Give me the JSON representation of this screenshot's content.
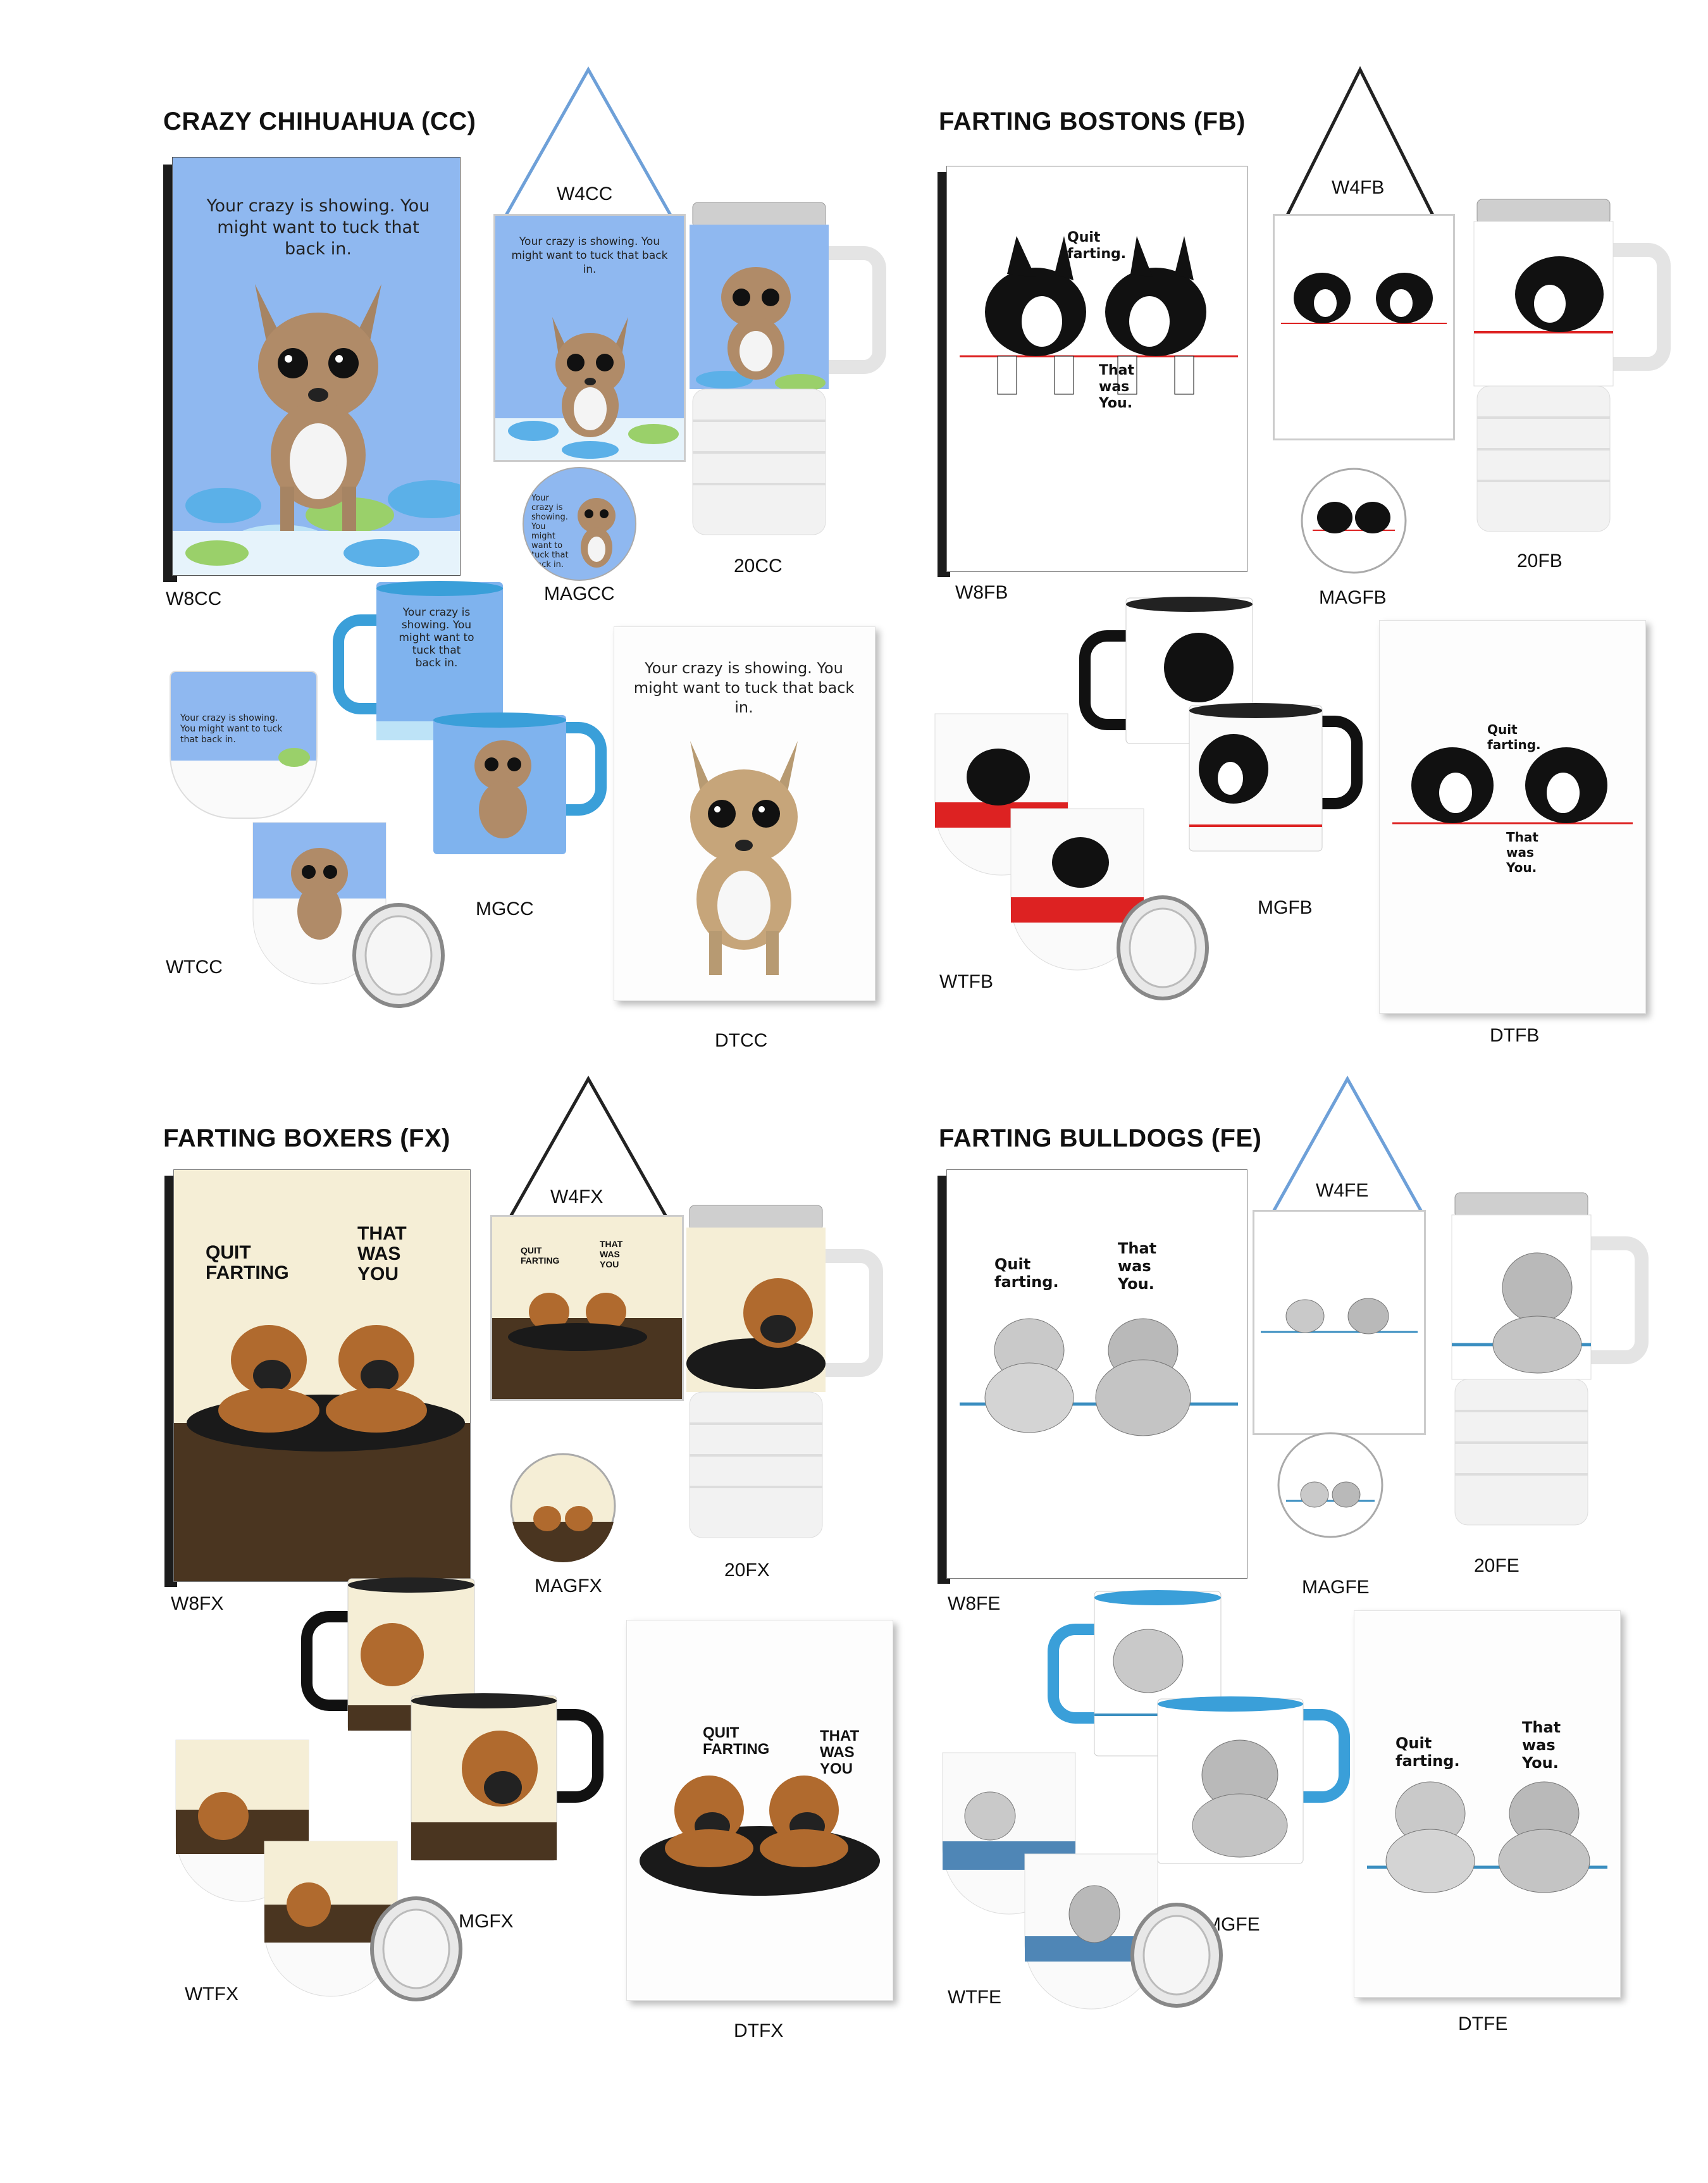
{
  "sections": [
    {
      "title": "CRAZY CHIHUAHUA (CC)",
      "codes": {
        "wall_art": "W8CC",
        "sign": "W4CC",
        "magnet": "MAGCC",
        "travel_mug": "20CC",
        "tumbler": "WTCC",
        "mug": "MGCC",
        "towel": "DTCC"
      },
      "artwork_text": {
        "wall_art": "Your crazy is showing. You might want to tuck that back in.",
        "sign": "Your crazy is showing. You might want to tuck that back in.",
        "magnet": "Your crazy is showing. You might want to tuck that back in.",
        "tumbler": "Your crazy is showing. You might want to tuck that back in.",
        "mug": "Your crazy is showing. You might want to tuck that back in.",
        "towel": "Your crazy is showing. You might want to tuck that back in."
      }
    },
    {
      "title": "FARTING BOSTONS (FB)",
      "codes": {
        "wall_art": "W8FB",
        "sign": "W4FB",
        "magnet": "MAGFB",
        "travel_mug": "20FB",
        "tumbler": "WTFB",
        "mug": "MGFB",
        "towel": "DTFB"
      },
      "artwork_text": {
        "left": "Quit farting.",
        "right": "That was You."
      }
    },
    {
      "title": "FARTING BOXERS (FX)",
      "codes": {
        "wall_art": "W8FX",
        "sign": "W4FX",
        "magnet": "MAGFX",
        "travel_mug": "20FX",
        "tumbler": "WTFX",
        "mug": "MGFX",
        "towel": "DTFX"
      },
      "artwork_text": {
        "left": "QUIT FARTING",
        "right": "THAT WAS YOU"
      }
    },
    {
      "title": "FARTING BULLDOGS (FE)",
      "codes": {
        "wall_art": "W8FE",
        "sign": "W4FE",
        "magnet": "MAGFE",
        "travel_mug": "20FE",
        "tumbler": "WTFE",
        "mug": "MGFE",
        "towel": "DTFE"
      },
      "artwork_text": {
        "left": "Quit farting.",
        "right": "That was You."
      }
    }
  ],
  "colors": {
    "chihuahua_sky": "#8fb8f0",
    "chihuahua_dots": [
      "#5bb0e8",
      "#9ad06a",
      "#bde3f7"
    ],
    "boston_rule": "#d22",
    "boxer_cream": "#f5eed6",
    "boxer_floor": "#4a3520",
    "bulldog_rule": "#3a8ec0",
    "frame_edge": "#222222"
  }
}
